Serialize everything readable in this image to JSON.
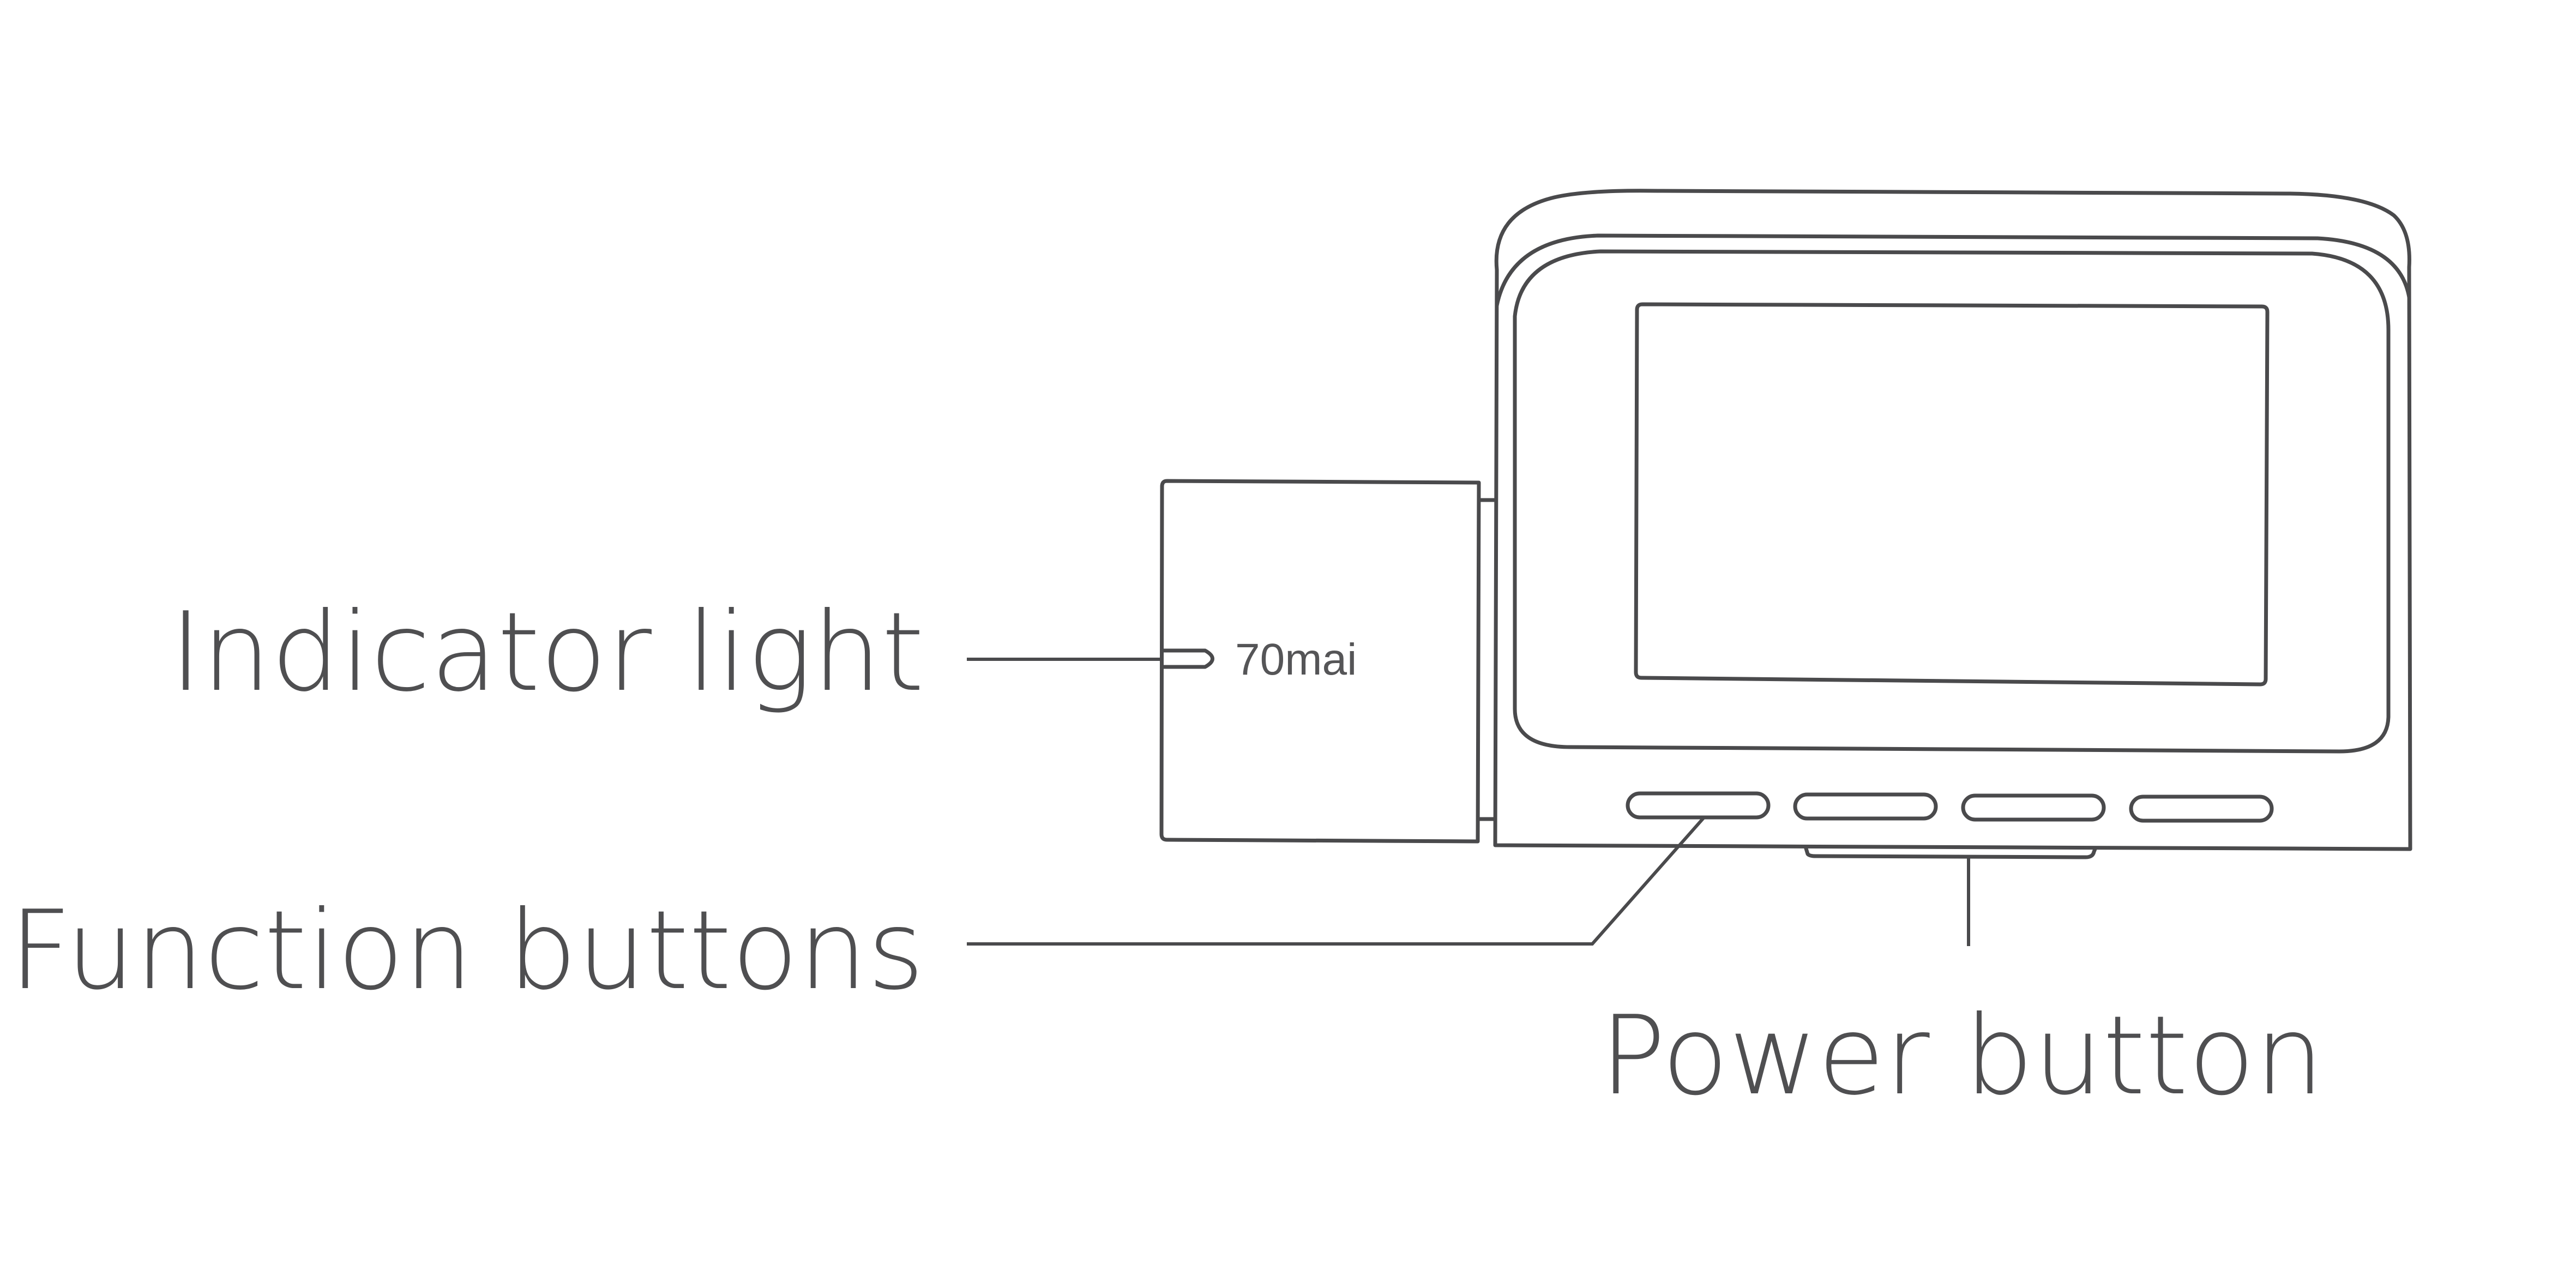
{
  "brand_logo": "70mai",
  "labels": {
    "indicator_light": "Indicator light",
    "function_buttons": "Function buttons",
    "power_button": "Power button"
  },
  "colors": {
    "line": "#4a4a4c",
    "text": "#4f4f51",
    "background": "#ffffff"
  }
}
